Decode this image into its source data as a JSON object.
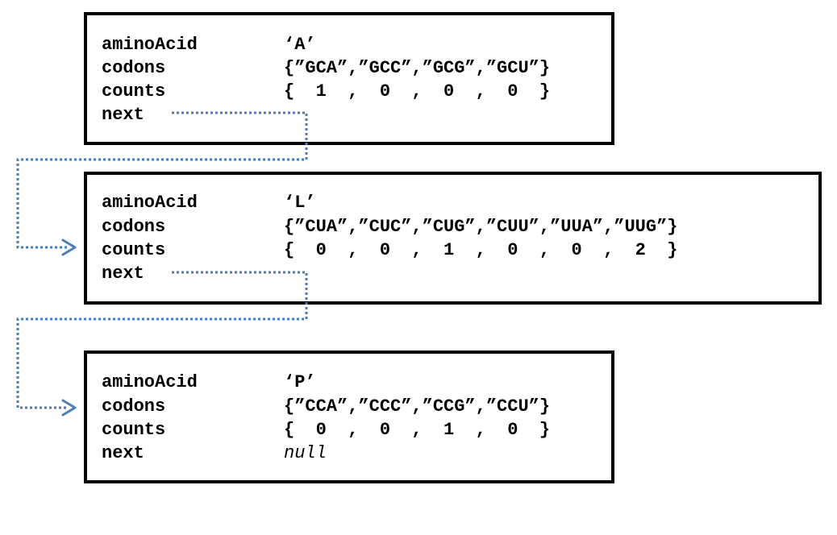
{
  "nodes": [
    {
      "field_labels": {
        "aminoAcid": "aminoAcid",
        "codons": "codons",
        "counts": "counts",
        "next": "next"
      },
      "aminoAcid": "‘A’",
      "codons": "{”GCA”,”GCC”,”GCG”,”GCU”}",
      "counts": "{  1  ,  0  ,  0  ,  0  }",
      "next": ""
    },
    {
      "field_labels": {
        "aminoAcid": "aminoAcid",
        "codons": "codons",
        "counts": "counts",
        "next": "next"
      },
      "aminoAcid": "‘L’",
      "codons": "{”CUA”,”CUC”,”CUG”,”CUU”,”UUA”,”UUG”}",
      "counts": "{  0  ,  0  ,  1  ,  0  ,  0  ,  2  }",
      "next": ""
    },
    {
      "field_labels": {
        "aminoAcid": "aminoAcid",
        "codons": "codons",
        "counts": "counts",
        "next": "next"
      },
      "aminoAcid": "‘P’",
      "codons": "{”CCA”,”CCC”,”CCG”,”CCU”}",
      "counts": "{  0  ,  0  ,  1  ,  0  }",
      "next": "null"
    }
  ],
  "link_color": "#4a7ebb"
}
